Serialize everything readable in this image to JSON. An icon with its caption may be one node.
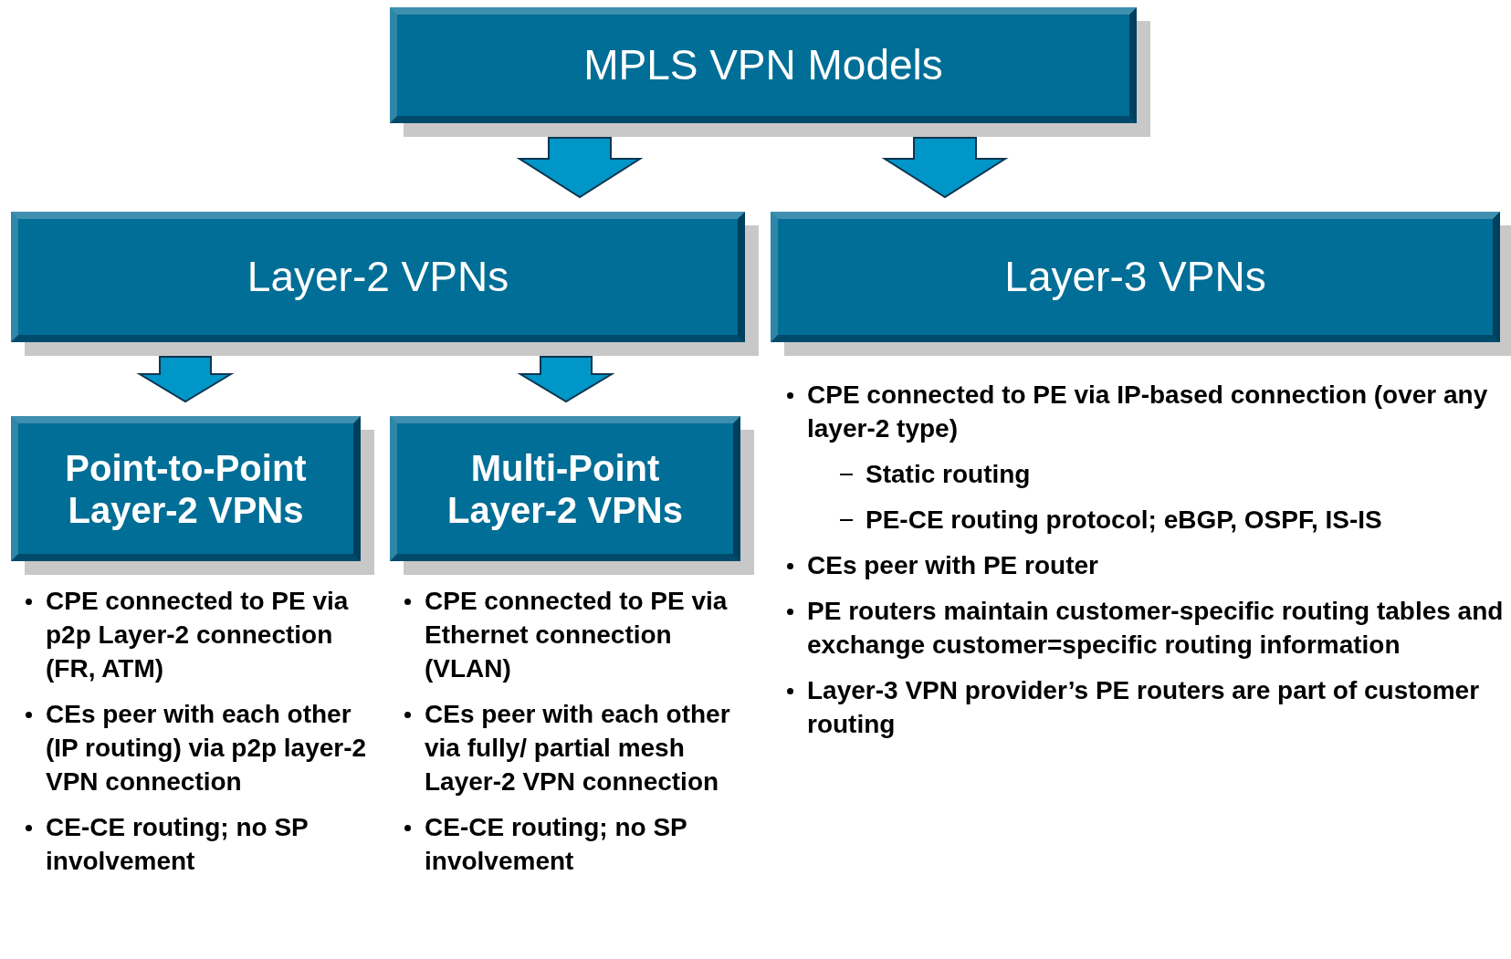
{
  "diagram": {
    "nodes": [
      {
        "text": [
          "MPLS VPN Models"
        ]
      },
      {
        "text": [
          "Layer-2 VPNs"
        ]
      },
      {
        "text": [
          "Layer-3 VPNs"
        ],
        "beside": [
          "CPE connected to PE via IP-based connection (over any layer-2 type)",
          "Static routing",
          "PE-CE routing protocol; eBGP, OSPF, IS-IS",
          "CEs peer with PE router",
          "PE routers maintain customer-specific routing tables and exchange customer=specific routing information",
          "Layer-3 VPN provider’s PE routers are part of customer routing"
        ]
      },
      {
        "text": [
          "Point-to-Point Layer-2 VPNs"
        ],
        "beside": [
          "CPE connected to PE via p2p Layer-2 connection (FR, ATM)",
          "CEs peer with each other (IP routing) via p2p layer-2 VPN connection",
          "CE-CE routing; no SP involvement"
        ]
      },
      {
        "text": [
          "Multi-Point Layer-2 VPNs"
        ],
        "beside": [
          "CPE connected to PE via Ethernet connection (VLAN)",
          "CEs peer with each other via fully/ partial mesh Layer-2 VPN connection",
          "CE-CE routing; no SP involvement"
        ]
      }
    ],
    "edges": [
      {
        "from": 0,
        "to": 1,
        "arrow": "to"
      },
      {
        "from": 0,
        "to": 2,
        "arrow": "to"
      },
      {
        "from": 1,
        "to": 3,
        "arrow": "to"
      },
      {
        "from": 1,
        "to": 4,
        "arrow": "to"
      }
    ]
  }
}
